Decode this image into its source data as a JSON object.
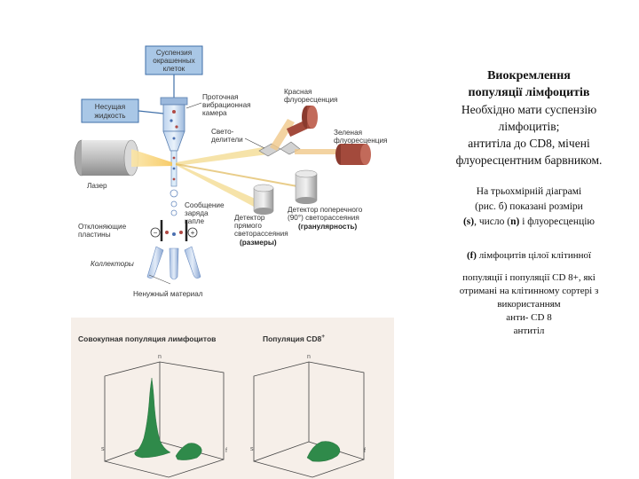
{
  "diagram": {
    "labels": {
      "suspension": [
        "Суспензия",
        "окрашенных",
        "клеток"
      ],
      "carrier": [
        "Несущая",
        "жидкость"
      ],
      "chamber": [
        "Проточная",
        "вибрационная",
        "камера"
      ],
      "red_fluor": [
        "Красная",
        "флуоресценция"
      ],
      "splitters": [
        "Свето-",
        "делители"
      ],
      "green_fluor": [
        "Зеленая",
        "флуоресценция"
      ],
      "laser": "Лазер",
      "charge": [
        "Сообщение",
        "заряда",
        "капле"
      ],
      "forward_det": [
        "Детектор",
        "прямого",
        "светорассеяния"
      ],
      "forward_size": "(размеры)",
      "side_det": [
        "Детектор поперечного",
        "(90°) светорассеяния"
      ],
      "side_gran": "(гранулярность)",
      "plates": [
        "Отклоняющие",
        "пластины"
      ],
      "collectors": "Коллекторы",
      "waste": "Ненужный материал",
      "minus": "−",
      "plus": "+"
    }
  },
  "plots": {
    "left_title": "Совокупная популяция лимфоцитов",
    "right_title": "Популяция CD8",
    "right_sup": "+",
    "axis_n": "n",
    "axis_s": "s",
    "axis_f": "f"
  },
  "text": {
    "title_l1": "Виокремлення",
    "title_l2": "популяції лімфоцитів",
    "p1": [
      "Необхідно мати суспензію",
      "лімфоцитів;",
      "антитіла до CD8, мічені",
      "флуоресцентним барвником."
    ],
    "p2_l1": "На  трьохмірній діаграмі",
    "p2_l2": "(рис. б) показані розміри",
    "p2_s": "(s)",
    "p2_mid": ", число (",
    "p2_n": "n)",
    "p2_end": " і флуоресценцію",
    "p3_f": "(f)",
    "p3_rest": " лімфоцитів цілої клітинної",
    "p4": [
      "популяції і популяції CD 8+, які",
      "отримані на клітинному сортері з",
      "використанням",
      "анти- CD 8",
      "антитіл"
    ]
  },
  "colors": {
    "blue_fill": "#a9c7e6",
    "brick": "#a34a3c",
    "green_plot": "#2f8a4a",
    "beam": "#f6d27a"
  }
}
